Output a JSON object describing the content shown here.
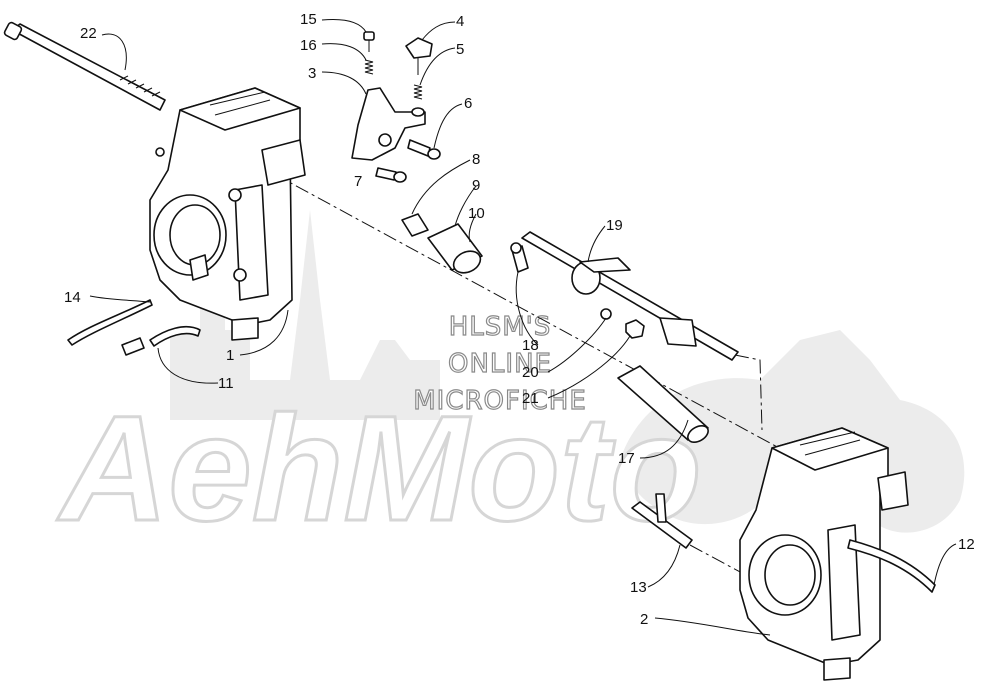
{
  "watermark": {
    "lines": [
      "HLSM'S",
      "ONLINE",
      "MICROFICHE"
    ],
    "brand": "AehMoto"
  },
  "callouts": [
    {
      "id": "c1",
      "text": "1"
    },
    {
      "id": "c2",
      "text": "2"
    },
    {
      "id": "c3",
      "text": "3"
    },
    {
      "id": "c4",
      "text": "4"
    },
    {
      "id": "c5",
      "text": "5"
    },
    {
      "id": "c6",
      "text": "6"
    },
    {
      "id": "c7",
      "text": "7"
    },
    {
      "id": "c8",
      "text": "8"
    },
    {
      "id": "c9",
      "text": "9"
    },
    {
      "id": "c10",
      "text": "10"
    },
    {
      "id": "c11",
      "text": "11"
    },
    {
      "id": "c12",
      "text": "12"
    },
    {
      "id": "c13",
      "text": "13"
    },
    {
      "id": "c14",
      "text": "14"
    },
    {
      "id": "c15",
      "text": "15"
    },
    {
      "id": "c16",
      "text": "16"
    },
    {
      "id": "c17",
      "text": "17"
    },
    {
      "id": "c18",
      "text": "18"
    },
    {
      "id": "c19",
      "text": "19"
    },
    {
      "id": "c20",
      "text": "20"
    },
    {
      "id": "c21",
      "text": "21"
    },
    {
      "id": "c22",
      "text": "22"
    }
  ],
  "colors": {
    "line": "#111111",
    "watermark": "#8a8a8a",
    "background": "#ffffff"
  }
}
